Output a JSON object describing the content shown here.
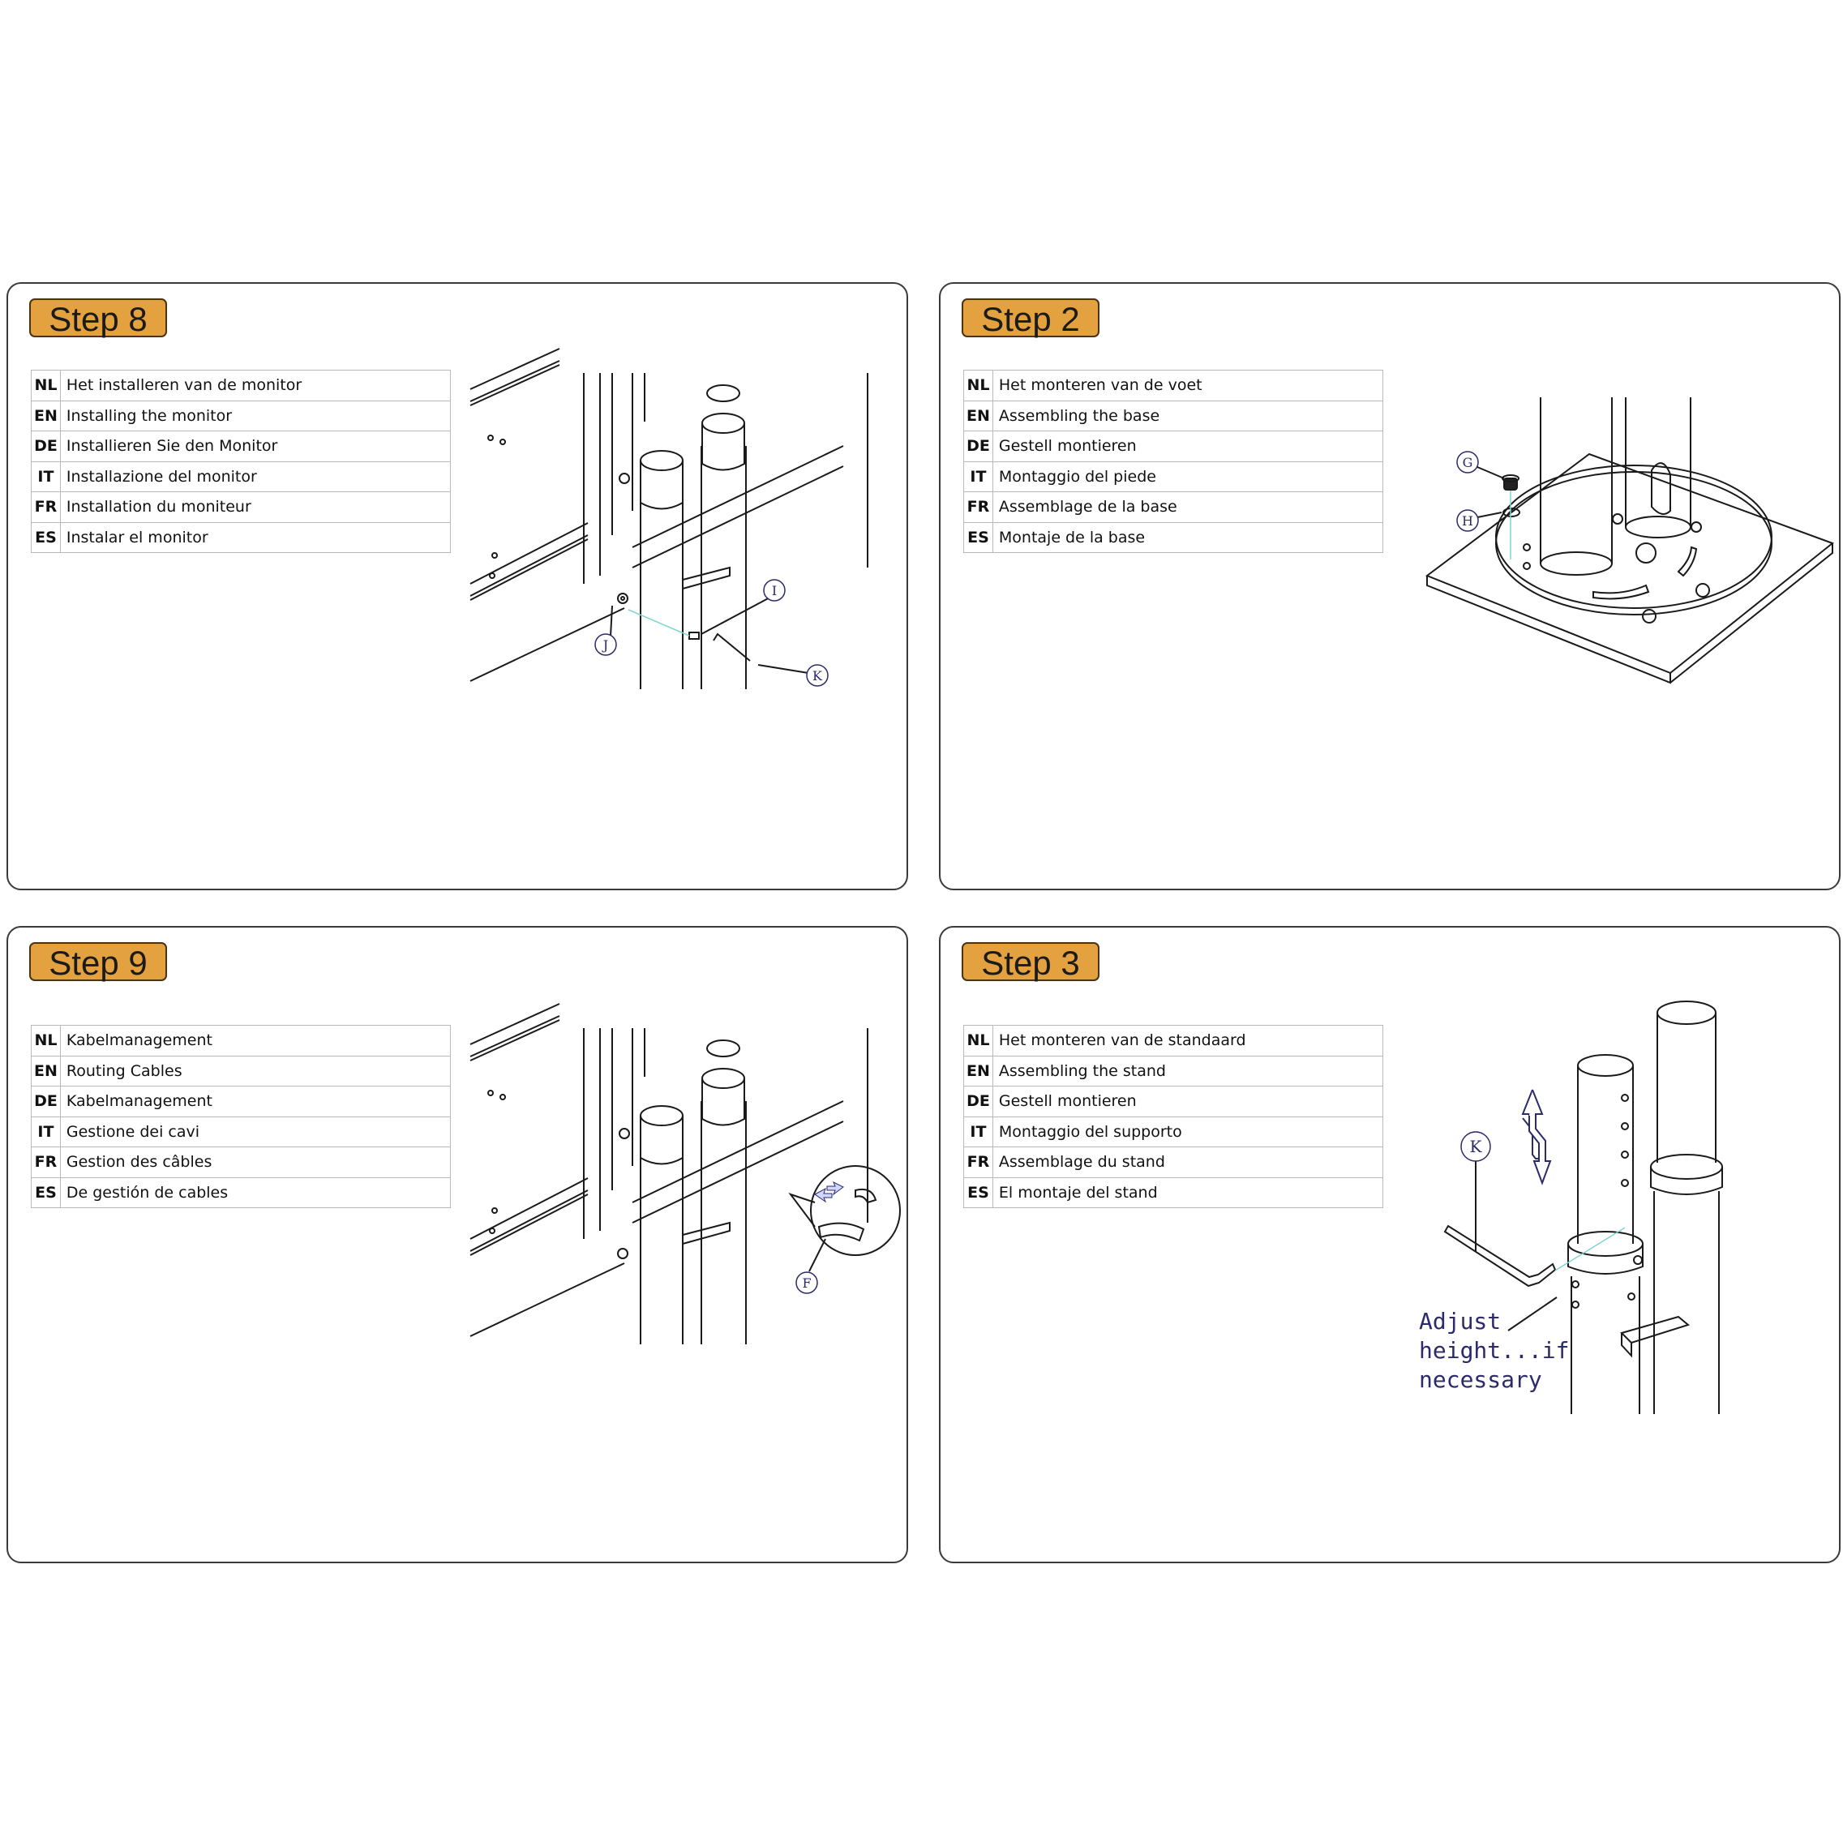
{
  "panels": [
    {
      "step": "Step 8",
      "rows": [
        {
          "code": "NL",
          "text": "Het installeren van de monitor"
        },
        {
          "code": "EN",
          "text": "Installing the monitor"
        },
        {
          "code": "DE",
          "text": "Installieren Sie den Monitor"
        },
        {
          "code": "IT",
          "text": "Installazione del monitor"
        },
        {
          "code": "FR",
          "text": "Installation du moniteur"
        },
        {
          "code": "ES",
          "text": "Instalar el monitor"
        }
      ],
      "callouts": [
        "I",
        "J",
        "K"
      ]
    },
    {
      "step": "Step 2",
      "rows": [
        {
          "code": "NL",
          "text": "Het monteren van de voet"
        },
        {
          "code": "EN",
          "text": "Assembling the base"
        },
        {
          "code": "DE",
          "text": "Gestell montieren"
        },
        {
          "code": "IT",
          "text": "Montaggio del piede"
        },
        {
          "code": "FR",
          "text": "Assemblage de la base"
        },
        {
          "code": "ES",
          "text": "Montaje de la base"
        }
      ],
      "callouts": [
        "G",
        "H"
      ]
    },
    {
      "step": "Step 9",
      "rows": [
        {
          "code": "NL",
          "text": "Kabelmanagement"
        },
        {
          "code": "EN",
          "text": "Routing Cables"
        },
        {
          "code": "DE",
          "text": "Kabelmanagement"
        },
        {
          "code": "IT",
          "text": "Gestione dei cavi"
        },
        {
          "code": "FR",
          "text": "Gestion des câbles"
        },
        {
          "code": "ES",
          "text": "De gestión de cables"
        }
      ],
      "callouts": [
        "F"
      ]
    },
    {
      "step": "Step 3",
      "rows": [
        {
          "code": "NL",
          "text": "Het monteren van de standaard"
        },
        {
          "code": "EN",
          "text": "Assembling the stand"
        },
        {
          "code": "DE",
          "text": "Gestell montieren"
        },
        {
          "code": "IT",
          "text": "Montaggio del supporto"
        },
        {
          "code": "FR",
          "text": "Assemblage du stand"
        },
        {
          "code": "ES",
          "text": "El montaje del stand"
        }
      ],
      "callouts": [
        "K"
      ],
      "note": [
        "Adjust",
        "height...if",
        "necessary"
      ]
    }
  ]
}
